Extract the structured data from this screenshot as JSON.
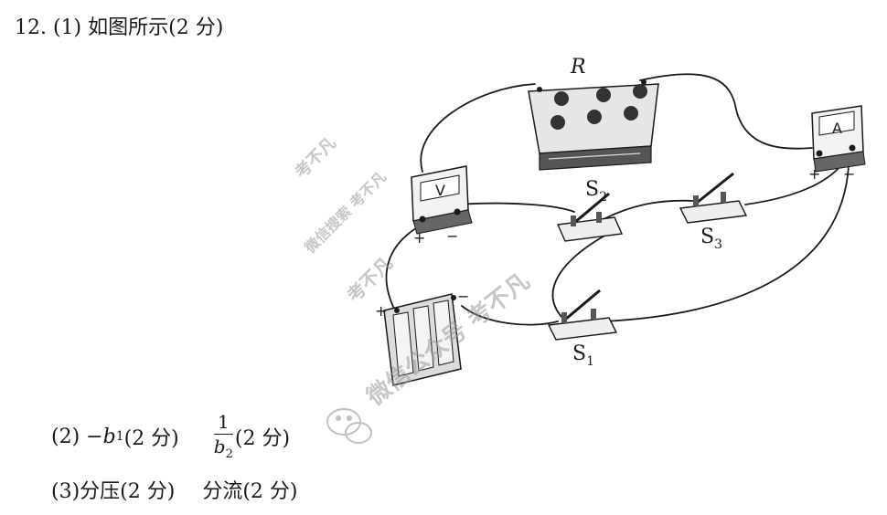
{
  "question": {
    "header": "12. (1) 如图所示(2 分)",
    "part2": {
      "prefix": "(2) −",
      "var1": "b",
      "sub1": "1",
      "score1": "(2 分)",
      "frac_num": "1",
      "frac_den_var": "b",
      "frac_den_sub": "2",
      "score2": "(2 分)"
    },
    "part3": {
      "text1": "(3)分压(2 分)",
      "text2": "分流(2 分)"
    }
  },
  "diagram": {
    "label_R": "R",
    "label_V": "V",
    "label_A": "A",
    "label_S1": "S",
    "label_S1_sub": "1",
    "label_S2": "S",
    "label_S2_sub": "2",
    "label_S3": "S",
    "label_S3_sub": "3",
    "plus": "+",
    "minus": "−"
  },
  "watermark": {
    "text_a": "考不凡",
    "text_b": "微信搜索 考不凡",
    "text_c": "考不凡",
    "text_d": "微信公众号 考不凡"
  }
}
